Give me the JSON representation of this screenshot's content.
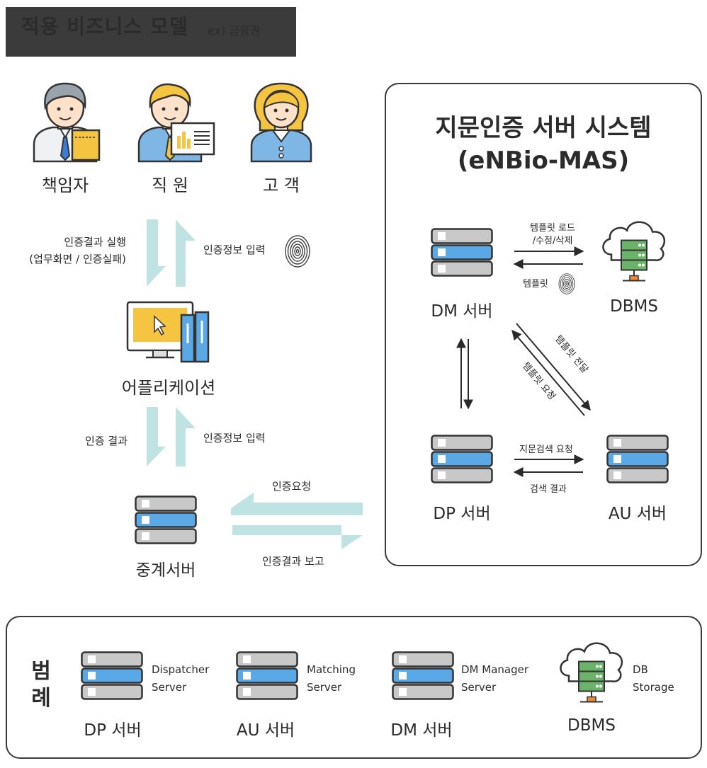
{
  "title": {
    "main": "적용 비즈니스 모델",
    "sub": "ex) 금융권"
  },
  "people": [
    {
      "label": "책임자"
    },
    {
      "label": "직 원"
    },
    {
      "label": "고 객"
    }
  ],
  "flows": {
    "top_left": "인증결과 실행\n(업무화면 / 인증실패)",
    "top_right": "인증정보 입력",
    "mid_left": "인증 결과",
    "mid_right": "인증정보 입력",
    "request": "인증요청",
    "report": "인증결과 보고"
  },
  "application": {
    "label": "어플리케이션"
  },
  "relay_server": {
    "label": "중계서버"
  },
  "system": {
    "title": "지문인증 서버 시스템\n(eNBio-MAS)",
    "dm_server": "DM 서버",
    "dbms": "DBMS",
    "dp_server": "DP 서버",
    "au_server": "AU 서버",
    "template_load": "템플릿 로드\n/수정/삭제",
    "template": "템플릿",
    "template_send": "템플릿 전달",
    "template_request": "템플릿 요청",
    "fp_search_request": "지문검색 요청",
    "search_result": "검색 결과"
  },
  "legend": {
    "title": "범\n례",
    "items": [
      {
        "name": "DP 서버",
        "desc": "Dispatcher\nServer"
      },
      {
        "name": "AU 서버",
        "desc": "Matching\nServer"
      },
      {
        "name": "DM 서버",
        "desc": "DM Manager\nServer"
      },
      {
        "name": "DBMS",
        "desc": "DB\nStorage"
      }
    ]
  },
  "colors": {
    "title_bg": "#3b3b3b",
    "arrow_teal": "#bfe3e3",
    "server_blue": "#5aa9e6",
    "server_gray": "#c8c8c8",
    "skin": "#fde1c8",
    "yellow": "#f5c542",
    "shirt_blue": "#7eb6e6",
    "db_green": "#6bb26b"
  }
}
